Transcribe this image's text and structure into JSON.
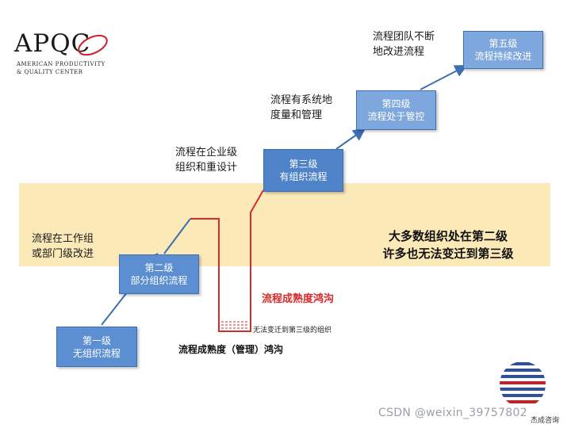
{
  "logo": {
    "main": "APQC",
    "line1": "AMERICAN PRODUCTIVITY",
    "line2": "& QUALITY CENTER"
  },
  "levels": [
    {
      "name": "第一级",
      "desc": "无组织流程"
    },
    {
      "name": "第二级",
      "desc": "部分组织流程"
    },
    {
      "name": "第三级",
      "desc": "有组织流程"
    },
    {
      "name": "第四级",
      "desc": "流程处于管控"
    },
    {
      "name": "第五级",
      "desc": "流程持续改进"
    }
  ],
  "notes": {
    "level1": [
      "流程在工作组",
      "或部门级改进"
    ],
    "level3": [
      "流程在企业级",
      "组织和重设计"
    ],
    "level4": [
      "流程有系统地",
      "度量和管理"
    ],
    "level5": [
      "流程团队不断",
      "地改进流程"
    ]
  },
  "summary": [
    "大多数组织处在第二级",
    "许多也无法变迁到第三级"
  ],
  "chasm": {
    "red_label": "流程成熟度鸿沟",
    "bottom_label": "流程成熟度（管理）鸿沟",
    "stuck_label": "无法变迁到第三级的组织"
  },
  "colors": {
    "band": "#fbe9b7",
    "box": "#5b8fd1",
    "chasm": "#d62b2b",
    "arrow": "#3d6fb2"
  },
  "corner_logo_text": "杰成咨询",
  "watermark": "CSDN @weixin_39757802"
}
